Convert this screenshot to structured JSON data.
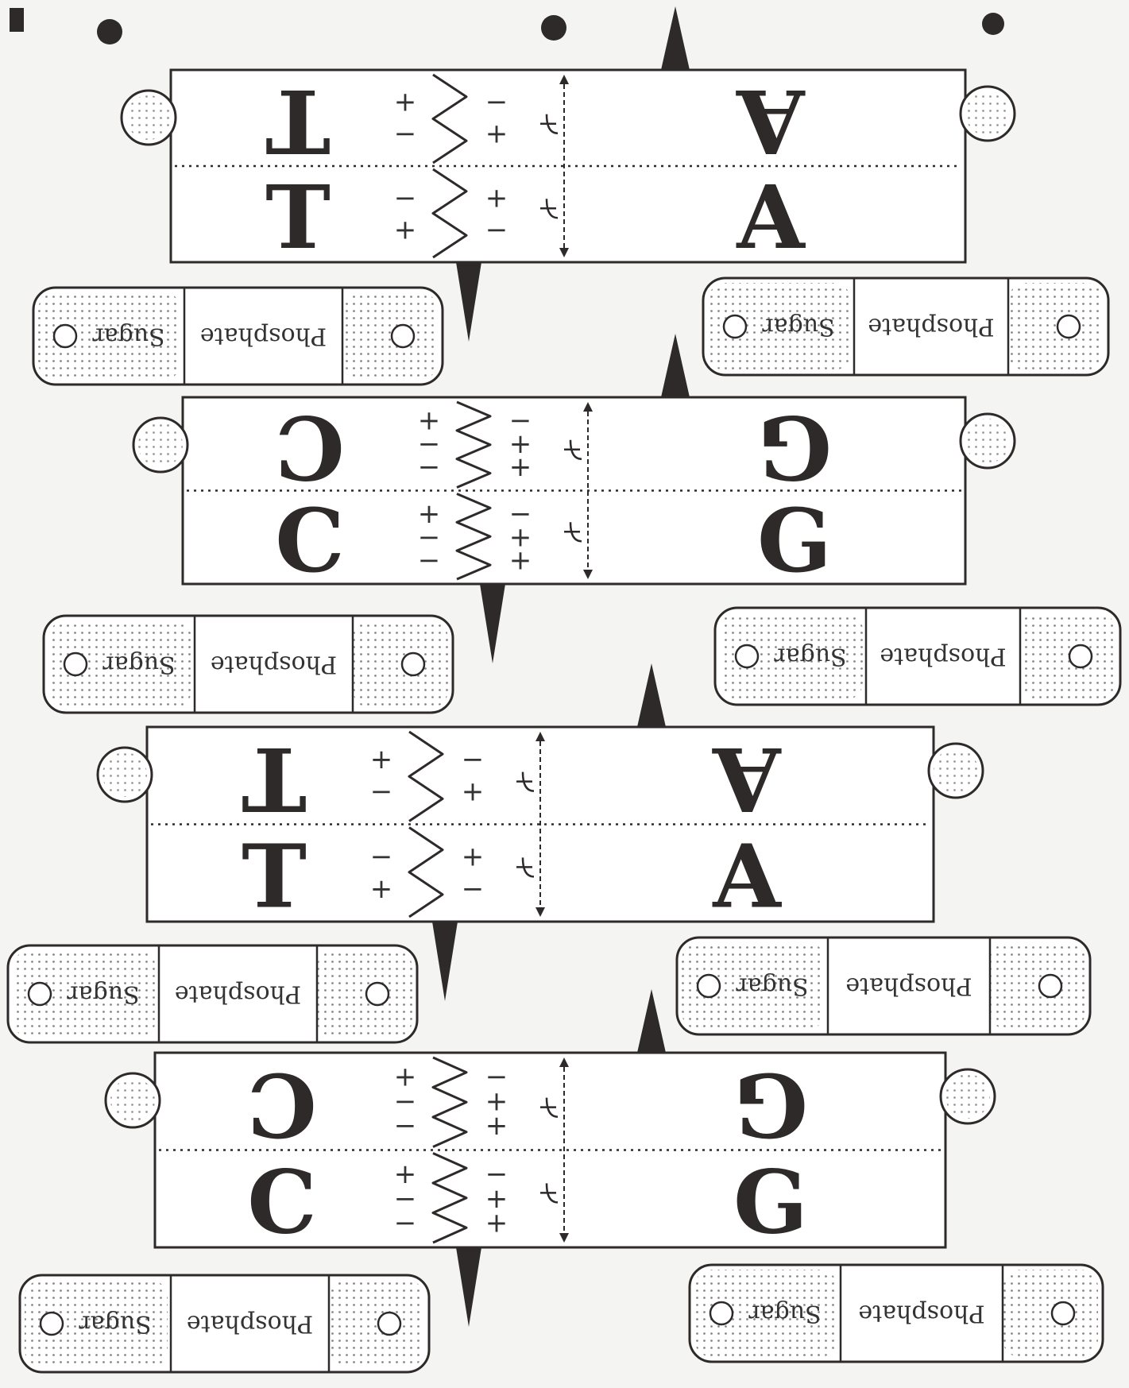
{
  "pairs": [
    {
      "left_base": "T",
      "right_base": "A",
      "left_signs": [
        "+",
        "−",
        "−",
        "+"
      ],
      "right_signs": [
        "−",
        "+",
        "+",
        "−"
      ]
    },
    {
      "left_base": "C",
      "right_base": "G",
      "left_signs": [
        "+",
        "−",
        "−",
        "+",
        "−",
        "−"
      ],
      "right_signs": [
        "−",
        "+",
        "+",
        "−",
        "+",
        "+"
      ]
    },
    {
      "left_base": "T",
      "right_base": "A",
      "left_signs": [
        "+",
        "−",
        "−",
        "+"
      ],
      "right_signs": [
        "−",
        "+",
        "+",
        "−"
      ]
    },
    {
      "left_base": "C",
      "right_base": "G",
      "left_signs": [
        "+",
        "−",
        "−",
        "+",
        "−",
        "−"
      ],
      "right_signs": [
        "−",
        "+",
        "+",
        "−",
        "+",
        "+"
      ]
    }
  ],
  "backbone": {
    "phosphate": "Phosphate",
    "sugar": "Sugar"
  },
  "colors": {
    "ink": "#2e2a2a",
    "paper": "#f4f4f2",
    "card": "#ffffff",
    "dot": "#555555"
  }
}
